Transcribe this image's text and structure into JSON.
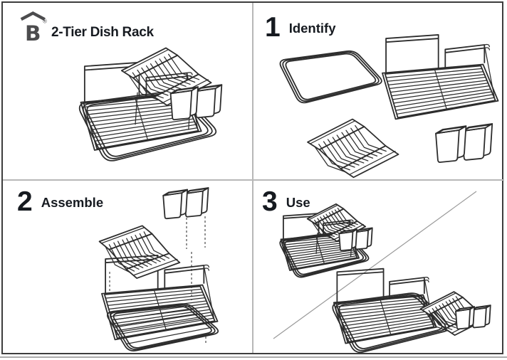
{
  "product": {
    "title": "2-Tier Dish Rack",
    "brand_mark": "B",
    "registered_symbol": "®"
  },
  "steps": [
    {
      "number": "1",
      "label": "Identify"
    },
    {
      "number": "2",
      "label": "Assemble"
    },
    {
      "number": "3",
      "label": "Use"
    }
  ],
  "illustrations": {
    "hero": "assembled-2-tier-dish-rack",
    "identify_parts": [
      "drip-tray",
      "wire-base-rack",
      "top-tier-dish-rack",
      "utensil-cups"
    ],
    "assemble": "exploded-assembly-stack",
    "use_configs": [
      "two-tier-configuration",
      "side-by-side-configuration"
    ]
  },
  "colors": {
    "ink": "#161a20",
    "line_art": "#2d2d2d",
    "logo_gray": "#4c4c4e",
    "panel_divider": "#b7b7b7",
    "outer_border": "#3d3d3d",
    "background": "#ffffff"
  }
}
